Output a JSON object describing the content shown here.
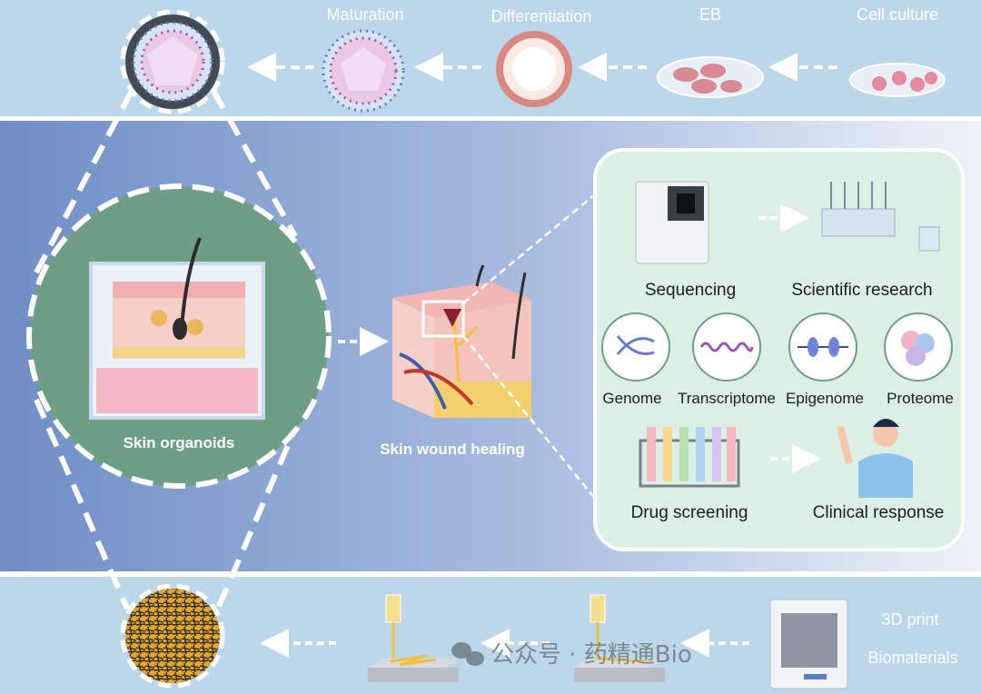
{
  "top_row": {
    "steps": [
      "Maturation",
      "Differentiation",
      "EB",
      "Cell culture"
    ]
  },
  "middle": {
    "organoid_label": "Skin organoids",
    "wound_label": "Skin wound healing",
    "panel": {
      "sequencing": "Sequencing",
      "scientific_research": "Scientific research",
      "omics": [
        "Genome",
        "Transcriptome",
        "Epigenome",
        "Proteome"
      ],
      "drug_screening": "Drug screening",
      "clinical_response": "Clinical response"
    }
  },
  "bottom_row": {
    "label_1": "3D print",
    "label_2": "Biomaterials"
  },
  "watermark": "公众号 · 药精通Bio",
  "colors": {
    "band": "#bcd6ea",
    "gradient_left": "#6f8ec6",
    "gradient_right": "#eef3f8",
    "panel": "#dcefe4",
    "organoid_circle": "#6f9e86"
  }
}
